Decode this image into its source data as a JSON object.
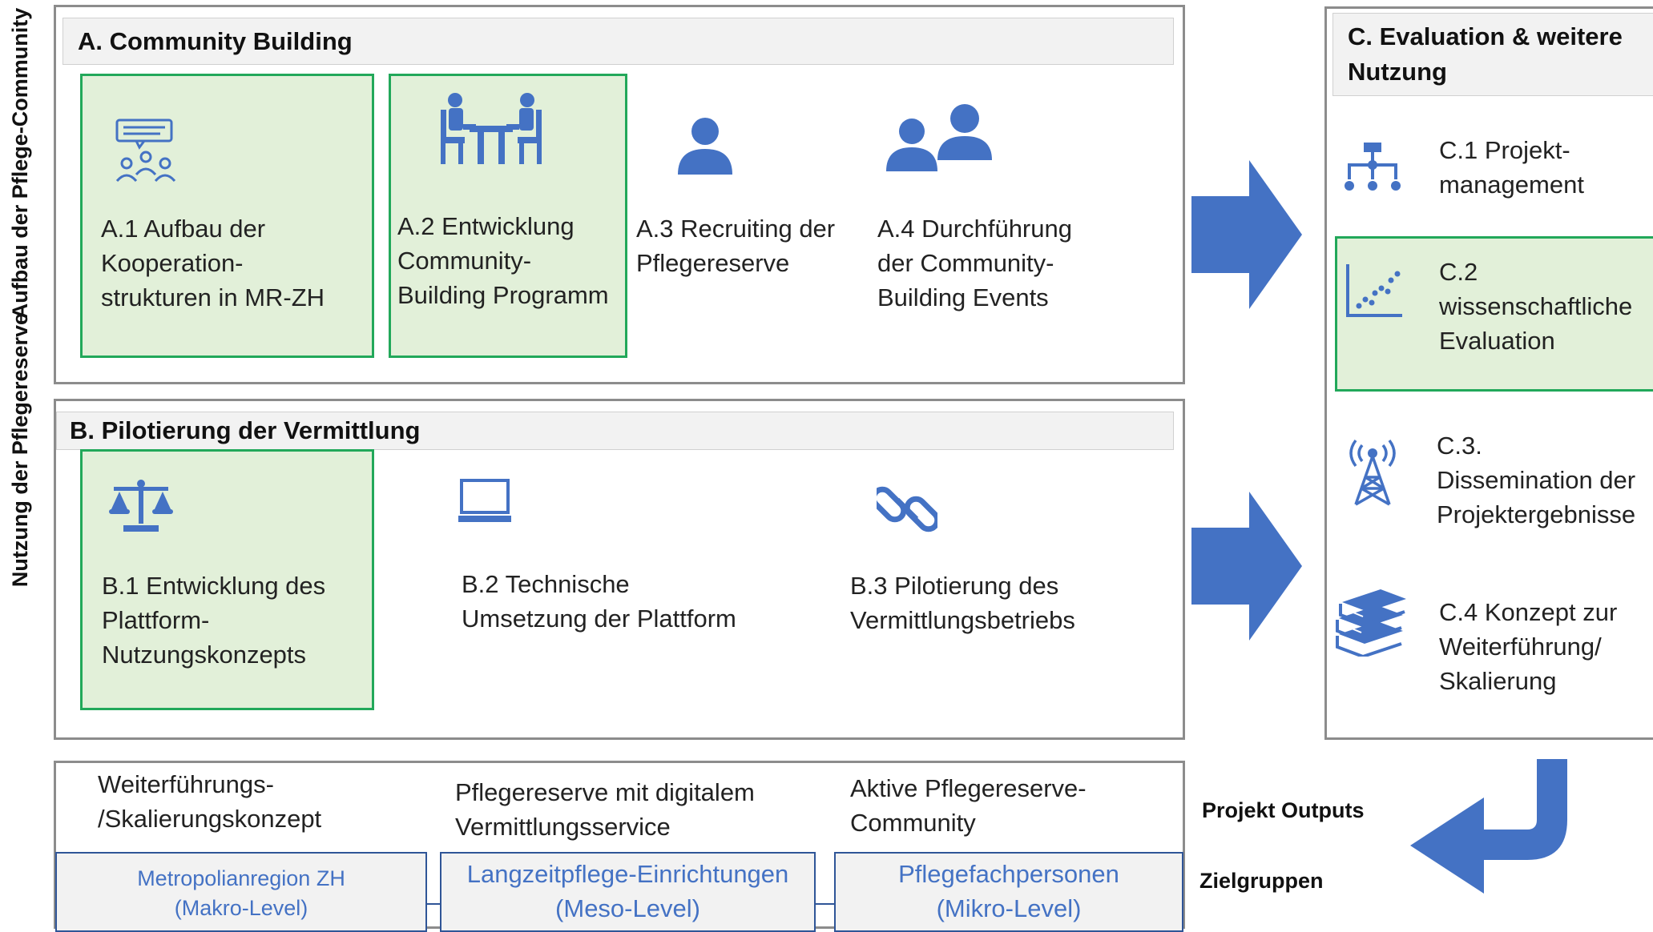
{
  "left_labels": {
    "top": "Aufbau der Pflege-Community",
    "bottom": "Nutzung der Pflegereserve"
  },
  "section_a": {
    "title": "A. Community Building",
    "items": [
      {
        "id": "A.1",
        "text": "A.1 Aufbau der\nKooperation-\nstrukturen in MR-ZH",
        "icon": "meeting-speech-icon",
        "highlighted": true
      },
      {
        "id": "A.2",
        "text": "A.2 Entwicklung\nCommunity-\nBuilding Programm",
        "icon": "people-at-table-icon",
        "highlighted": true
      },
      {
        "id": "A.3",
        "text": "A.3 Recruiting der\nPflegereserve",
        "icon": "person-icon",
        "highlighted": false
      },
      {
        "id": "A.4",
        "text": "A.4 Durchführung\nder Community-\nBuilding Events",
        "icon": "two-people-icon",
        "highlighted": false
      }
    ]
  },
  "section_b": {
    "title": "B. Pilotierung der Vermittlung",
    "items": [
      {
        "id": "B.1",
        "text": "B.1 Entwicklung des\nPlattform-\nNutzungskonzepts",
        "icon": "scale-icon",
        "highlighted": true
      },
      {
        "id": "B.2",
        "text": "B.2 Technische\nUmsetzung der Plattform",
        "icon": "computer-icon",
        "highlighted": false
      },
      {
        "id": "B.3",
        "text": "B.3 Pilotierung des\nVermittlungsbetriebs",
        "icon": "chain-link-icon",
        "highlighted": false
      }
    ]
  },
  "section_c": {
    "title": "C. Evaluation & weitere\nNutzung",
    "items": [
      {
        "id": "C.1",
        "text": "C.1 Projekt-\nmanagement",
        "icon": "org-chart-icon",
        "highlighted": false
      },
      {
        "id": "C.2",
        "text": "C.2\nwissenschaftliche\nEvaluation",
        "icon": "scatter-plot-icon",
        "highlighted": true
      },
      {
        "id": "C.3",
        "text": "C.3.\nDissemination der\nProjektergebnisse",
        "icon": "broadcast-tower-icon",
        "highlighted": false
      },
      {
        "id": "C.4",
        "text": "C.4 Konzept zur\nWeiterführung/\nSkalierung",
        "icon": "books-icon",
        "highlighted": false
      }
    ]
  },
  "outputs": {
    "label": "Projekt Outputs",
    "items": [
      "Weiterführungs-\n/Skalierungskonzept",
      "Pflegereserve mit digitalem\nVermittlungsservice",
      "Aktive Pflegereserve-\nCommunity"
    ]
  },
  "target_groups": {
    "label": "Zielgruppen",
    "items": [
      "Metropolianregion ZH\n(Makro-Level)",
      "Langzeitpflege-Einrichtungen\n(Meso-Level)",
      "Pflegefachpersonen\n(Mikro-Level)"
    ]
  },
  "colors": {
    "icon_blue": "#4472c4",
    "highlight_fill": "#e2f0d9",
    "highlight_border": "#22a85a",
    "panel_border": "#8c8c8c",
    "header_fill": "#f2f2f2"
  }
}
